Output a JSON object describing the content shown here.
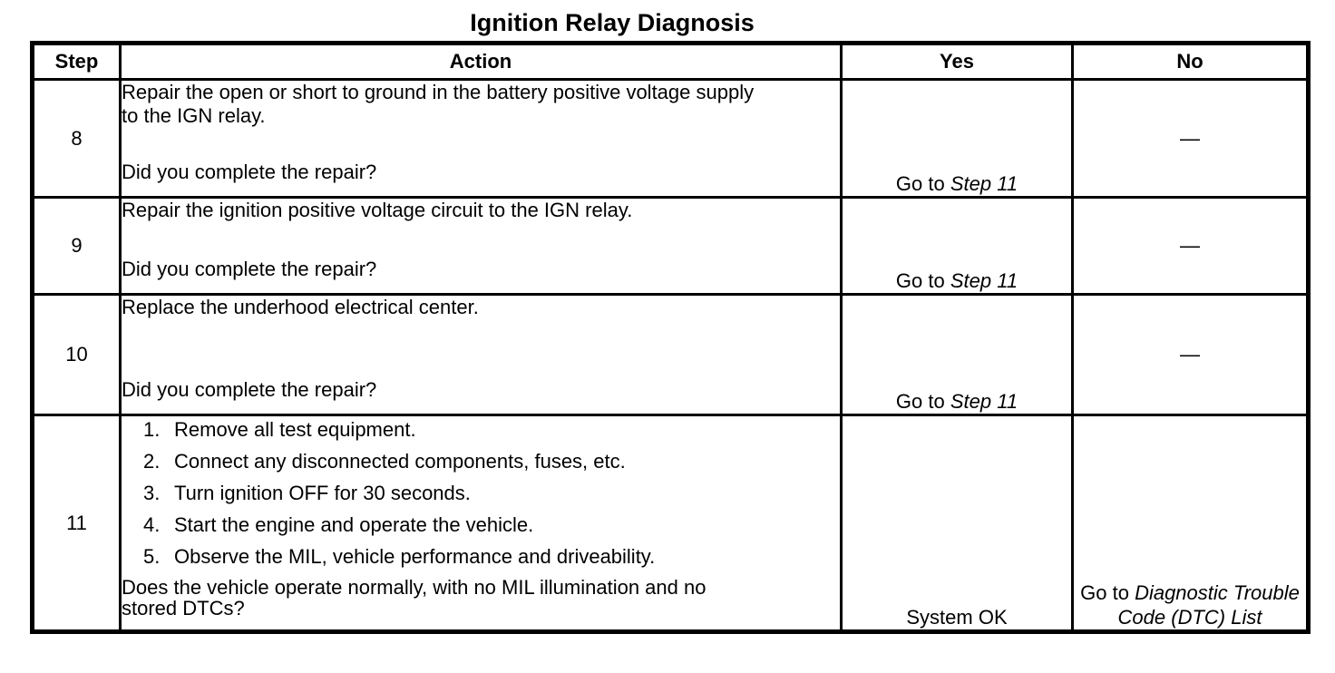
{
  "title": "Ignition Relay Diagnosis",
  "table": {
    "headers": [
      "Step",
      "Action",
      "Yes",
      "No"
    ],
    "rows": [
      {
        "step": "8",
        "action": {
          "main": "Repair the open or short to ground in the battery positive voltage supply to the IGN relay.",
          "question": "Did you complete the repair?"
        },
        "yes": {
          "prefix": "Go to",
          "italic": "Step 11"
        },
        "no": {
          "dash": "—"
        }
      },
      {
        "step": "9",
        "action": {
          "main": "Repair the ignition positive voltage circuit to the IGN relay.",
          "question": "Did you complete the repair?"
        },
        "yes": {
          "prefix": "Go to",
          "italic": "Step 11"
        },
        "no": {
          "dash": "—"
        }
      },
      {
        "step": "10",
        "action": {
          "main": "Replace the underhood electrical center.",
          "question": "Did you complete the repair?"
        },
        "yes": {
          "prefix": "Go to",
          "italic": "Step 11"
        },
        "no": {
          "dash": "—"
        }
      },
      {
        "step": "11",
        "action": {
          "steps": [
            {
              "num": "1.",
              "text": "Remove all test equipment."
            },
            {
              "num": "2.",
              "text": "Connect any disconnected components, fuses, etc."
            },
            {
              "num": "3.",
              "text": "Turn ignition OFF for 30 seconds."
            },
            {
              "num": "4.",
              "text": "Start the engine and operate the vehicle."
            },
            {
              "num": "5.",
              "text": "Observe the MIL, vehicle performance and driveability."
            }
          ],
          "question": "Does the vehicle operate normally, with no MIL illumination and no stored DTCs?"
        },
        "yes": {
          "text": "System OK"
        },
        "no": {
          "prefix": "Go to",
          "italic": "Diagnostic Trouble Code (DTC) List"
        }
      }
    ]
  }
}
